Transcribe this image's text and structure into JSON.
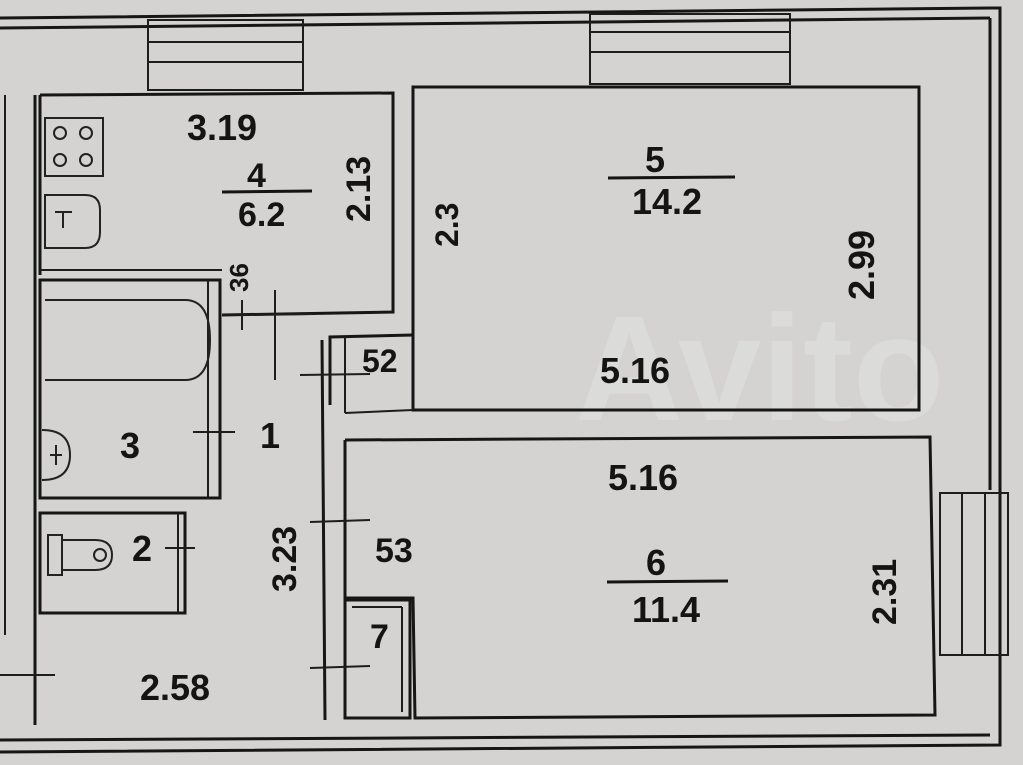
{
  "rooms": {
    "room1": {
      "number": "1"
    },
    "room2": {
      "number": "2"
    },
    "room3": {
      "number": "3"
    },
    "room4": {
      "number": "4",
      "area": "6.2"
    },
    "room5": {
      "number": "5",
      "area": "14.2"
    },
    "room6": {
      "number": "6",
      "area": "11.4"
    },
    "room7": {
      "number": "7"
    }
  },
  "dimensions": {
    "kitchen_width": "3.19",
    "kitchen_depth": "2.13",
    "bath_wall_small": "36",
    "room5_depth_left": "2.3",
    "room5_depth_right": "2.99",
    "room5_width": "5.16",
    "room6_width": "5.16",
    "room6_depth": "2.31",
    "door_52": "52",
    "door_53": "53",
    "hall_length": "3.23",
    "hall_width": "2.58"
  },
  "watermark": "Avito"
}
